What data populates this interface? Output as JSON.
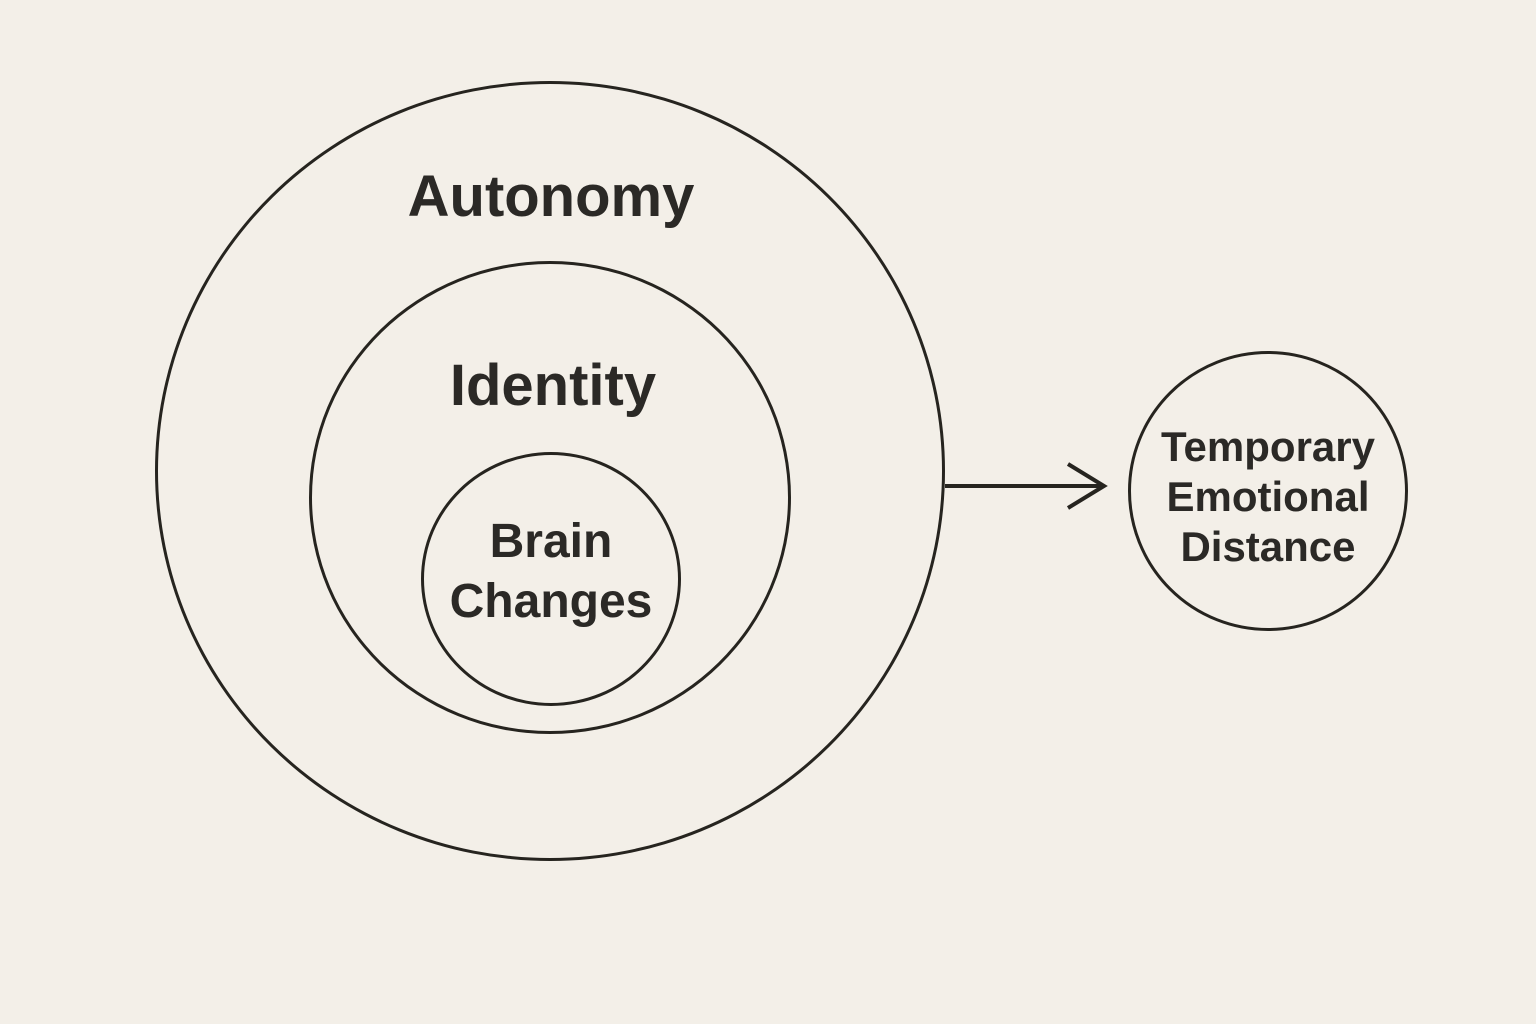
{
  "colors": {
    "background": "#f3efe8",
    "stroke": "#26241f",
    "text": "#2b2926"
  },
  "diagram": {
    "type": "nested-circles-diagram",
    "nested_circles": [
      {
        "label": "Autonomy"
      },
      {
        "label": "Identity"
      },
      {
        "label": "Brain Changes",
        "lines": [
          "Brain",
          "Changes"
        ]
      }
    ],
    "arrow": {
      "direction": "right"
    },
    "result_circle": {
      "label": "Temporary Emotional Distance",
      "lines": [
        "Temporary",
        "Emotional",
        "Distance"
      ]
    }
  }
}
